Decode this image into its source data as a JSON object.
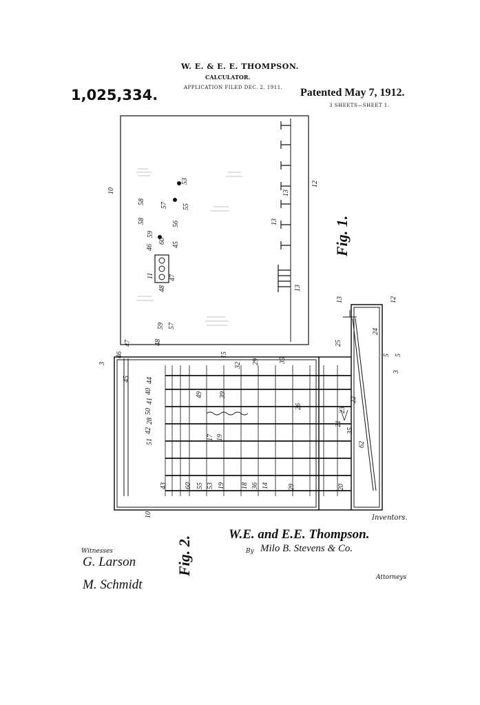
{
  "header": {
    "inventors": "W. E. & E. E. THOMPSON.",
    "title": "CALCULATOR.",
    "filed": "APPLICATION FILED DEC. 2, 1911.",
    "patent_number": "1,025,334.",
    "patented": "Patented May 7, 1912.",
    "sheets": "3 SHEETS—SHEET 1."
  },
  "figures": {
    "fig1": "Fig. 1.",
    "fig2": "Fig. 2.",
    "fig1_labels": [
      "10",
      "11",
      "12",
      "13",
      "13",
      "13",
      "45",
      "46",
      "47",
      "48",
      "53",
      "55",
      "56",
      "57",
      "58",
      "58",
      "59",
      "60"
    ],
    "fig2_labels": [
      "3",
      "3",
      "45",
      "46",
      "47",
      "48",
      "59",
      "57",
      "15",
      "32",
      "29",
      "35",
      "25",
      "13",
      "12",
      "24",
      "5",
      "5",
      "44",
      "40",
      "41",
      "50",
      "28",
      "42",
      "51",
      "43",
      "60",
      "55",
      "53",
      "19",
      "18",
      "36",
      "14",
      "29",
      "20",
      "62",
      "21",
      "35",
      "23",
      "22",
      "26",
      "49",
      "39",
      "17",
      "19",
      "10"
    ]
  },
  "signatures": {
    "inventor_label": "Inventors.",
    "inventor_names": "W.E. and E.E. Thompson.",
    "by": "By",
    "attorney_signature": "Milo B. Stevens & Co.",
    "attorney_label": "Attorneys",
    "witness_label": "Witnesses",
    "witness1": "G. Larson",
    "witness2": "M. Schmidt"
  }
}
